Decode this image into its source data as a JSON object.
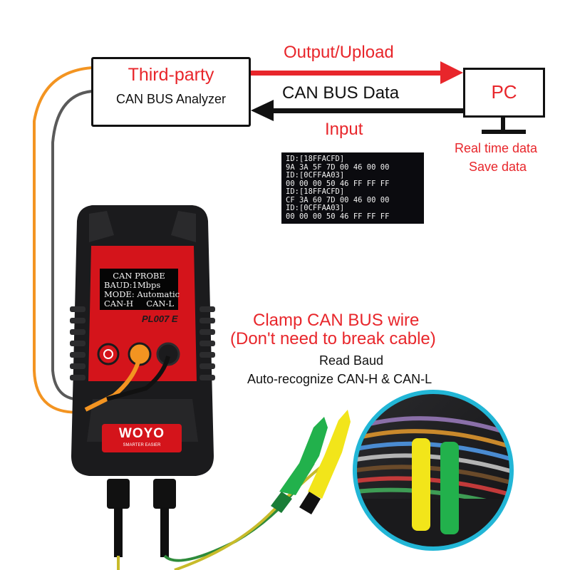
{
  "analyzer": {
    "title": "Third-party",
    "subtitle": "CAN BUS Analyzer"
  },
  "arrows": {
    "output_label": "Output/Upload",
    "data_label": "CAN BUS Data",
    "input_label": "Input"
  },
  "pc": {
    "label": "PC",
    "features": [
      "Real time data",
      "Save data"
    ]
  },
  "data_screen": {
    "lines": [
      "ID:[18FFACFD]",
      "9A 3A 5F 7D 00 46 00 00",
      "ID:[0CFFAA03]",
      "00 00 00 50 46 FF FF FF",
      "ID:[18FFACFD]",
      "CF 3A 60 7D 00 46 00 00",
      "ID:[0CFFAA03]",
      "00 00 00 50 46 FF FF FF"
    ]
  },
  "device": {
    "screen_title": "CAN PROBE",
    "baud_line": "BAUD:1Mbps",
    "mode_line": "MODE: Automatic",
    "can_h": "CAN-H",
    "can_l": "CAN-L",
    "model": "PL007 E",
    "brand": "WOYO",
    "slogan": "SMARTER EASIER"
  },
  "clamp": {
    "title_line1": "Clamp CAN BUS wire",
    "title_line2": "(Don't need to break cable)",
    "feature1": "Read Baud",
    "feature2": "Auto-recognize CAN-H & CAN-L"
  },
  "colors": {
    "accent_red": "#e8262b",
    "device_red": "#d4141b",
    "device_black": "#1b1b1d",
    "orange_wire": "#f39421",
    "green_clip": "#22b14c",
    "yellow_clip": "#f2e51a"
  }
}
